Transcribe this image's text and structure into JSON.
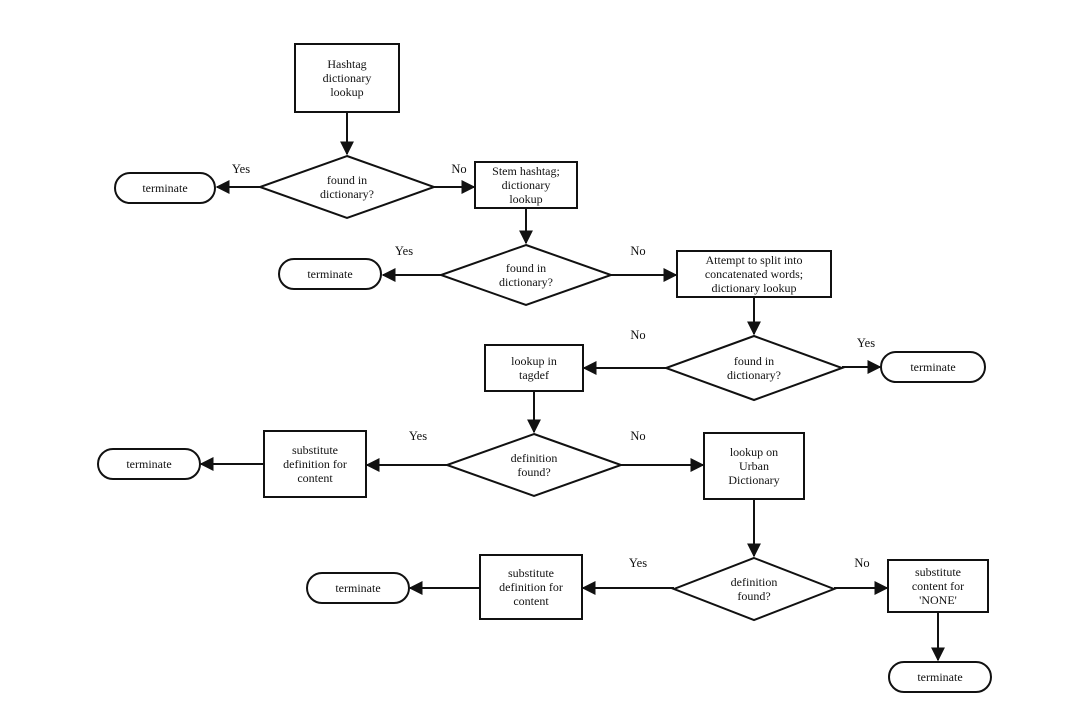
{
  "nodes": {
    "start": [
      "Hashtag",
      "dictionary",
      "lookup"
    ],
    "d1": [
      "found in",
      "dictionary?"
    ],
    "t1": [
      "terminate"
    ],
    "stem": [
      "Stem hashtag;",
      "dictionary",
      "lookup"
    ],
    "d2": [
      "found in",
      "dictionary?"
    ],
    "t2": [
      "terminate"
    ],
    "split": [
      "Attempt to split into",
      "concatenated words;",
      "dictionary lookup"
    ],
    "d3": [
      "found in",
      "dictionary?"
    ],
    "t3": [
      "terminate"
    ],
    "tagdef": [
      "lookup in",
      "tagdef"
    ],
    "d4": [
      "definition",
      "found?"
    ],
    "sub1": [
      "substitute",
      "definition for",
      "content"
    ],
    "t4": [
      "terminate"
    ],
    "urban": [
      "lookup on",
      "Urban",
      "Dictionary"
    ],
    "d5": [
      "definition",
      "found?"
    ],
    "sub2": [
      "substitute",
      "definition for",
      "content"
    ],
    "t5": [
      "terminate"
    ],
    "none": [
      "substitute",
      "content for",
      "'NONE'"
    ],
    "t6": [
      "terminate"
    ]
  },
  "edge_labels": {
    "d1_yes": "Yes",
    "d1_no": "No",
    "d2_yes": "Yes",
    "d2_no": "No",
    "d3_no": "No",
    "d3_yes": "Yes",
    "d4_yes": "Yes",
    "d4_no": "No",
    "d5_yes": "Yes",
    "d5_no": "No"
  }
}
